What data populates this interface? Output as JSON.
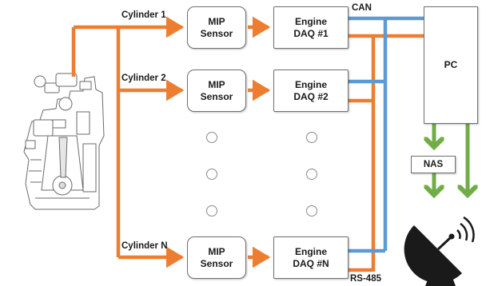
{
  "diagram": {
    "cylinders": [
      {
        "label": "Cylinder 1",
        "sensor_line1": "MIP",
        "sensor_line2": "Sensor",
        "daq_line1": "Engine",
        "daq_line2": "DAQ #1"
      },
      {
        "label": "Cylinder 2",
        "sensor_line1": "MIP",
        "sensor_line2": "Sensor",
        "daq_line1": "Engine",
        "daq_line2": "DAQ #2"
      },
      {
        "label": "Cylinder N",
        "sensor_line1": "MIP",
        "sensor_line2": "Sensor",
        "daq_line1": "Engine",
        "daq_line2": "DAQ #N"
      }
    ],
    "bus_labels": {
      "can": "CAN",
      "rs485": "RS-485"
    },
    "pc_label": "PC",
    "nas_label": "NAS",
    "icons": {
      "engine": "engine-icon",
      "antenna": "satellite-dish-icon"
    },
    "colors": {
      "orange": "#ED7D31",
      "blue": "#5B9BD5",
      "green": "#70AD47"
    }
  }
}
